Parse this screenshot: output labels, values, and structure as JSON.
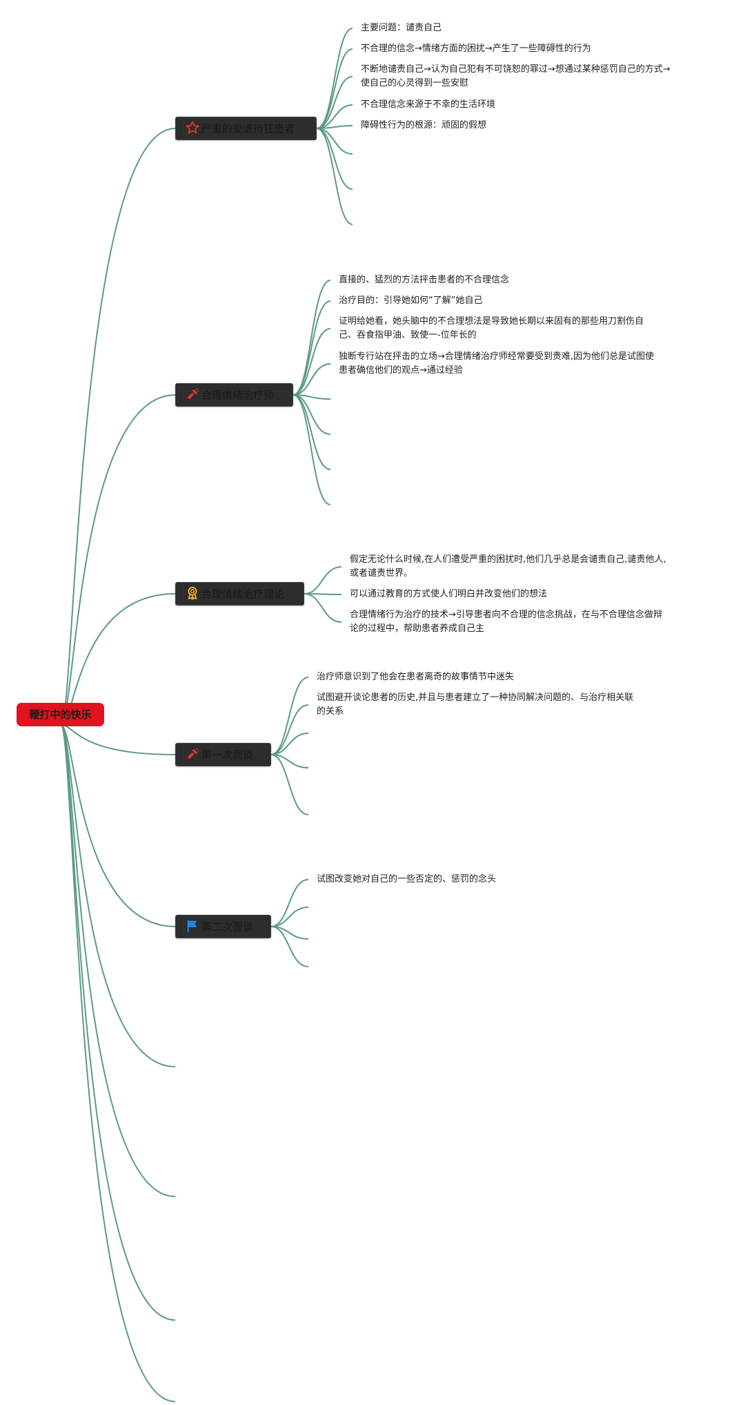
{
  "root": {
    "label": "鞭打中的快乐"
  },
  "colors": {
    "edge": "#5a9a84",
    "root_bg": "#e0141e",
    "topic_bg": "#2d2d2d"
  },
  "topics": [
    {
      "label": "严重的受虐待狂患者",
      "icon": "star-icon",
      "children": [
        {
          "lines": [
            "主要问题：谴责自己"
          ]
        },
        {
          "lines": [
            "不合理的信念→情绪方面的困扰→产生了一些障碍性的行为"
          ]
        },
        {
          "lines": [
            "不断地谴责自己→认为自己犯有不可饶恕的罪过→想通过某种惩罚自己的方式→",
            "使自己的心灵得到一些安慰"
          ]
        },
        {
          "lines": [
            "不合理信念来源于不幸的生活环境"
          ]
        },
        {
          "lines": [
            "障碍性行为的根源：顽固的假想"
          ]
        }
      ]
    },
    {
      "label": "合理情绪治疗师",
      "icon": "hammer-icon",
      "children": [
        {
          "lines": [
            "直接的、猛烈的方法抨击患者的不合理信念"
          ]
        },
        {
          "lines": [
            "治疗目的：引导她如何“了解”她自己"
          ]
        },
        {
          "lines": [
            "证明给她看，她头脑中的不合理想法是导致她长期以来固有的那些用刀割伤自",
            "己、吞食指甲油、致使一-位年长的"
          ]
        },
        {
          "lines": [
            "独断专行站在抨击的立场→合理情绪治疗师经常要受到责难,因为他们总是试图使",
            "患者确信他们的观点→通过经验"
          ]
        }
      ]
    },
    {
      "label": "合理情绪治疗理论",
      "icon": "medal-icon",
      "children": [
        {
          "lines": [
            "假定无论什么时候,在人们遭受严重的困扰时,他们几乎总是会谴责自己,谴责他人,",
            "或者谴责世界。"
          ]
        },
        {
          "lines": [
            "可以通过教育的方式使人们明白并改变他们的想法"
          ]
        },
        {
          "lines": [
            "合理情绪行为治疗的技术→引导患者向不合理的信念挑战，在与不合理信念做辩",
            "论的过程中，帮助患者养成自己主"
          ]
        }
      ]
    },
    {
      "label": "第一次面谈",
      "icon": "hammer-icon",
      "children": [
        {
          "lines": [
            "治疗师意识到了他会在患者离奇的故事情节中迷失"
          ]
        },
        {
          "lines": [
            "试图避开谈论患者的历史,并且与患者建立了一种协同解决问题的、与治疗相关联",
            "的关系"
          ]
        }
      ]
    },
    {
      "label": "第二次面谈",
      "icon": "flag-icon",
      "children": [
        {
          "lines": [
            "试图改变她对自己的一些否定的、惩罚的念头"
          ]
        }
      ]
    }
  ]
}
